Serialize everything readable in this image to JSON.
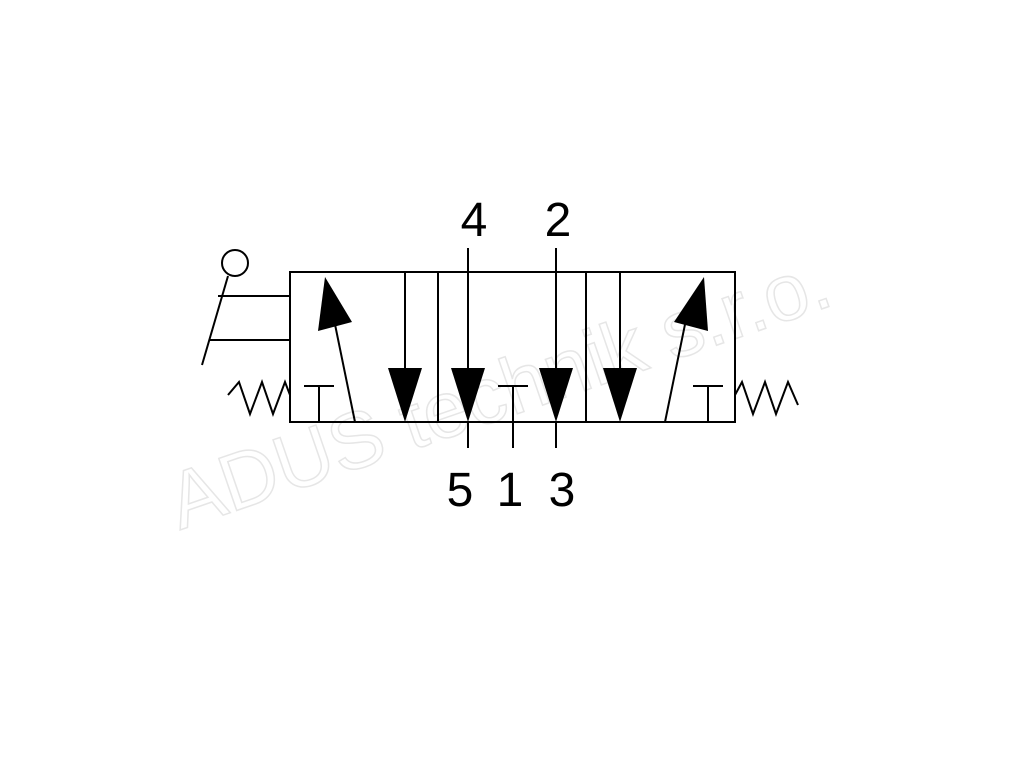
{
  "colors": {
    "line": "#000000",
    "background": "#ffffff",
    "watermark": "#e6e6e6"
  },
  "ports": {
    "p4": "4",
    "p2": "2",
    "p5": "5",
    "p1": "1",
    "p3": "3"
  },
  "watermark": "ADUS technik s.r.o."
}
